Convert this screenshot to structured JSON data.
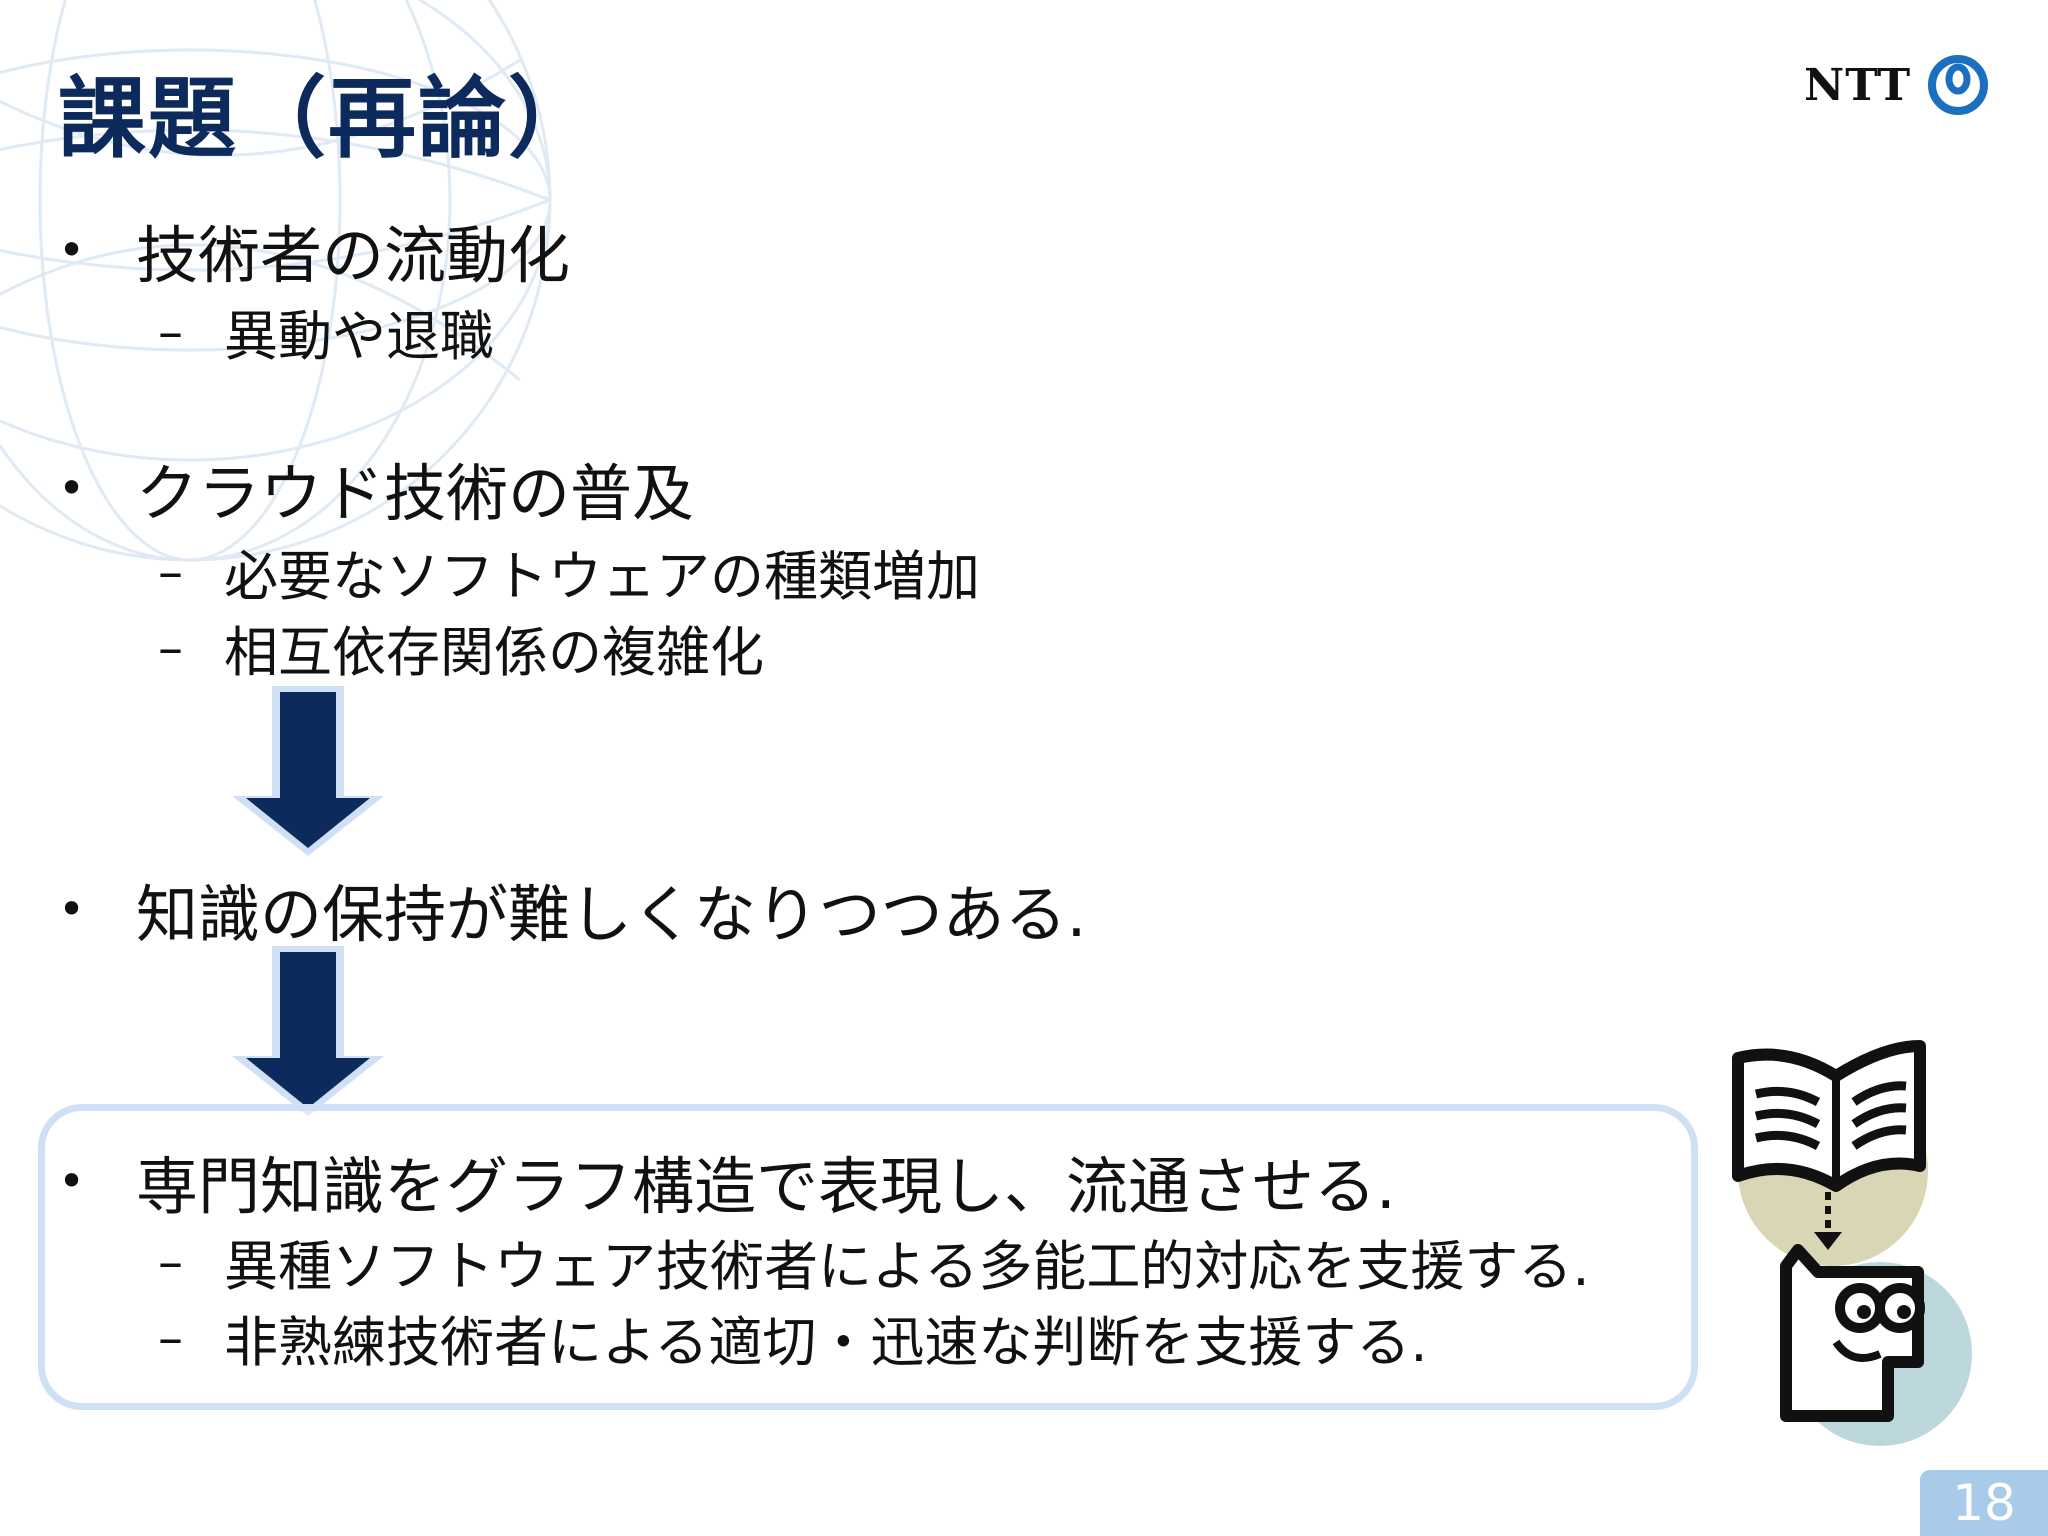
{
  "slide": {
    "title": "課題（再論）",
    "logo_text": "NTT",
    "page_number": "18"
  },
  "bullets": [
    {
      "text": "技術者の流動化",
      "subs": [
        "異動や退職"
      ]
    },
    {
      "text": "クラウド技術の普及",
      "subs": [
        "必要なソフトウェアの種類増加",
        "相互依存関係の複雑化"
      ]
    },
    {
      "text": "知識の保持が難しくなりつつある."
    },
    {
      "text": "専門知識をグラフ構造で表現し、流通させる.",
      "subs": [
        "異種ソフトウェア技術者による多能工的対応を支援する.",
        "非熟練技術者による適切・迅速な判断を支援する."
      ]
    }
  ],
  "marker": {
    "bullet": "•",
    "dash": "–"
  },
  "colors": {
    "title": "#0d2a5c",
    "arrow": "#0d2a5c",
    "highlight_border": "#cfe0f4",
    "page_badge": "#a7cbe8",
    "logo_mark": "#1a6fc0"
  },
  "icons": [
    "ntt-logo-icon",
    "down-arrow-icon",
    "book-reader-icon"
  ]
}
